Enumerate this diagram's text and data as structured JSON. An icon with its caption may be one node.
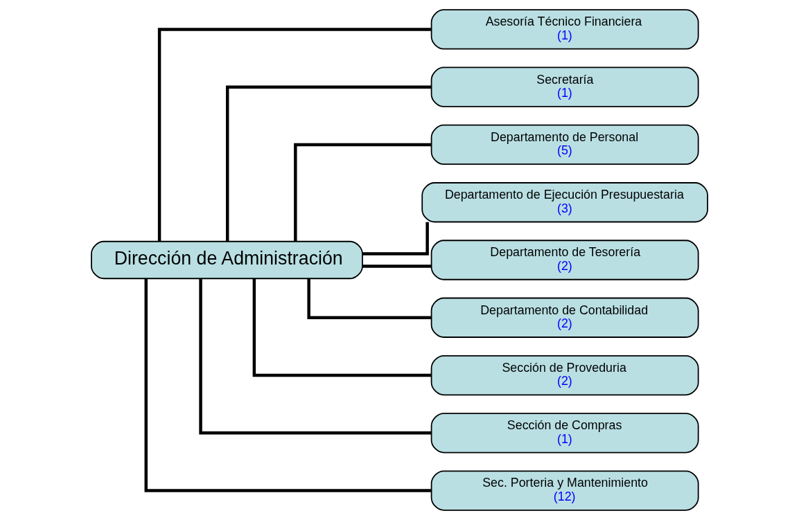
{
  "diagram": {
    "nodes": [
      {
        "text": [
          "Dirección de Administración"
        ]
      },
      {
        "text": [
          "Asesoría Técnico Financiera",
          "(1)"
        ]
      },
      {
        "text": [
          "Secretaría",
          "(1)"
        ]
      },
      {
        "text": [
          "Departamento de Personal",
          "(5)"
        ]
      },
      {
        "text": [
          "Departamento de Ejecución Presupuestaria",
          "(3)"
        ]
      },
      {
        "text": [
          "Departamento de Tesorería",
          "(2)"
        ]
      },
      {
        "text": [
          "Departamento de Contabilidad",
          "(2)"
        ]
      },
      {
        "text": [
          "Sección de Proveduria",
          "(2)"
        ]
      },
      {
        "text": [
          "Sección de Compras",
          "(1)"
        ]
      },
      {
        "text": [
          "Sec. Porteria y Mantenimiento",
          "(12)"
        ]
      }
    ],
    "edges": [
      {
        "from": 0,
        "to": 1,
        "arrow": "none"
      },
      {
        "from": 0,
        "to": 2,
        "arrow": "none"
      },
      {
        "from": 0,
        "to": 3,
        "arrow": "none"
      },
      {
        "from": 0,
        "to": 4,
        "arrow": "none"
      },
      {
        "from": 0,
        "to": 5,
        "arrow": "none"
      },
      {
        "from": 0,
        "to": 6,
        "arrow": "none"
      },
      {
        "from": 0,
        "to": 7,
        "arrow": "none"
      },
      {
        "from": 0,
        "to": 8,
        "arrow": "none"
      },
      {
        "from": 0,
        "to": 9,
        "arrow": "none"
      }
    ]
  }
}
